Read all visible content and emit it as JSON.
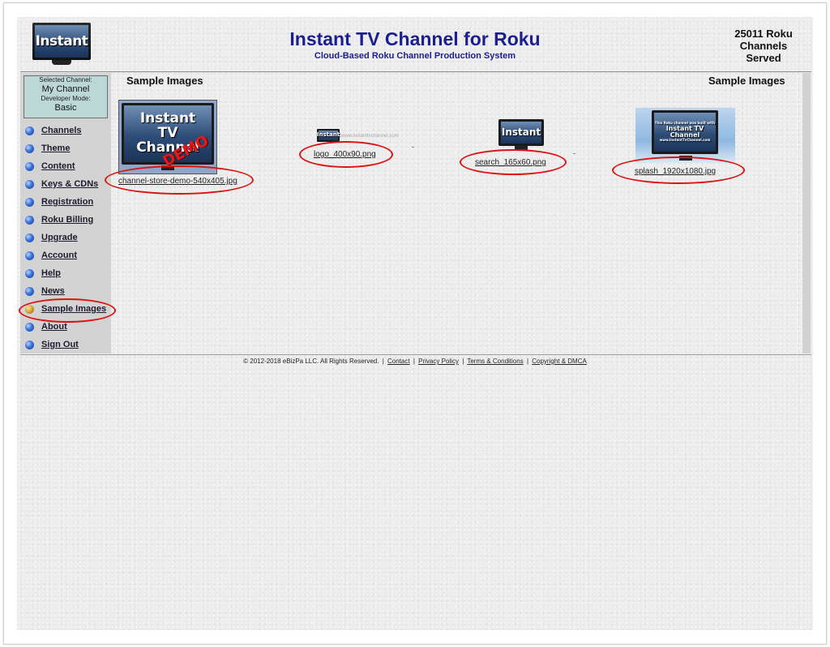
{
  "header": {
    "logo_text": "Instant",
    "title": "Instant TV Channel for Roku",
    "subtitle": "Cloud-Based Roku Channel Production System",
    "served": "25011 Roku Channels Served"
  },
  "sidebar": {
    "selected_channel_label": "Selected Channel:",
    "selected_channel_value": "My Channel",
    "developer_mode_label": "Developer Mode:",
    "developer_mode_value": "Basic",
    "items": [
      {
        "label": "Channels"
      },
      {
        "label": "Theme"
      },
      {
        "label": "Content"
      },
      {
        "label": "Keys & CDNs"
      },
      {
        "label": "Registration"
      },
      {
        "label": "Roku Billing"
      },
      {
        "label": "Upgrade"
      },
      {
        "label": "Account"
      },
      {
        "label": "Help"
      },
      {
        "label": "News"
      },
      {
        "label": "Sample Images",
        "active": true
      },
      {
        "label": "About"
      },
      {
        "label": "Sign Out"
      }
    ]
  },
  "main": {
    "title_left": "Sample Images",
    "title_right": "Sample Images",
    "images": [
      {
        "file": "channel-store-demo-540x405.jpg",
        "thumb_line1": "Instant",
        "thumb_line2": "TV Channel",
        "thumb_stamp": "DEMO"
      },
      {
        "file": "logo_400x90.png",
        "thumb_line1": "Instant",
        "thumb_tail": "www.instanttvchannel.com"
      },
      {
        "file": "search_165x60.png",
        "thumb_line1": "Instant"
      },
      {
        "file": "splash_1920x1080.jpg",
        "thumb_top": "This Roku channel was built with",
        "thumb_line1": "Instant TV Channel",
        "thumb_url": "www.InstantTvChannel.com"
      }
    ]
  },
  "footer": {
    "copyright": "© 2012-2018 eBizPa LLC.  All Rights Reserved.",
    "links": [
      "Contact",
      "Privacy Policy",
      "Terms & Conditions",
      "Copyright & DMCA"
    ]
  },
  "colors": {
    "title": "#1b1e8f",
    "highlight_ring": "#dd1212",
    "channel_box": "#bcd8d6",
    "sidebar_bg": "#d3d3d3"
  },
  "icons": {
    "nav_bullet": "blue-orb-icon",
    "active_bullet": "gold-orb-icon"
  }
}
